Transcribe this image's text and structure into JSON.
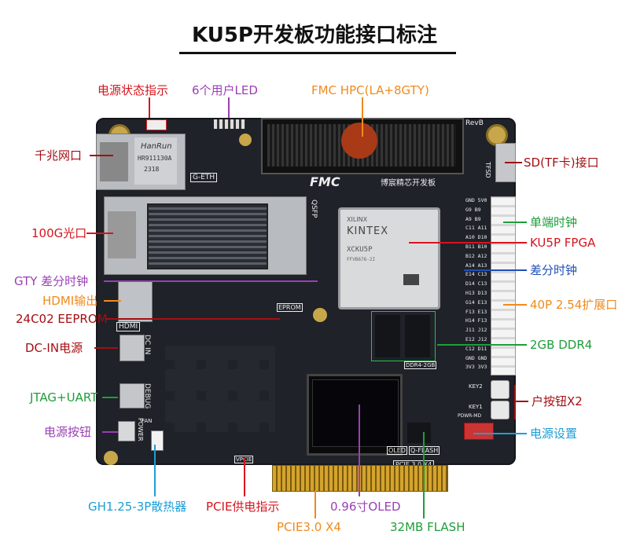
{
  "title": "KU5P开发板功能接口标注",
  "labels": {
    "power_indicator": "电源状态指示",
    "user_led": "6个用户LED",
    "fmc": "FMC HPC(LA+8GTY)",
    "ethernet": "千兆网口",
    "sd": "SD(TF卡)接口",
    "optical": "100G光口",
    "single_clock": "单端时钟",
    "fpga": "KU5P FPGA",
    "gty_clock": "GTY 差分时钟",
    "diff_clock": "差分时钟",
    "hdmi": "HDMI输出",
    "expansion": "40P 2.54扩展口",
    "eeprom": "24C02 EEPROM",
    "dc_in": "DC-IN电源",
    "ddr4": "2GB DDR4",
    "jtag_uart": "JTAG+UART",
    "user_button": "户按钮X2",
    "power_button": "电源按钮",
    "power_setting": "电源设置",
    "heatsink": "GH1.25-3P散热器",
    "pcie_power": "PCIE供电指示",
    "oled": "0.96寸OLED",
    "pcie": "PCIE3.0 X4",
    "flash": "32MB FLASH"
  },
  "board": {
    "fmc_silk": "FMC",
    "revb": "RevB",
    "brand_silk": "博宸精芯开发板",
    "eth_silk": "G-ETH",
    "qsfp_silk": "QSFP",
    "tfsd_silk": "TFSD",
    "hdmi_silk": "HDMI",
    "dcin_silk": "DC IN",
    "debug_silk": "DEBUG",
    "power_silk": "POWER",
    "fan_silk": "FAN",
    "eprom_silk": "EPROM",
    "vpcie_silk": "VPCIE",
    "oled_silk": "OLED",
    "qflash_silk": "Q-FLASH",
    "pcie_silk": "PCIE 3.0 X4",
    "ddr_silk": "DDR4-2GB",
    "key1": "KEY1",
    "key2": "KEY2",
    "pwrmd": "PDWR-MD",
    "rj45_brand": "HanRun",
    "rj45_part": "HR911130A",
    "rj45_code": "2318",
    "fpga_brand": "XILINX",
    "fpga_name": "KINTEX",
    "fpga_part": "XCKU5P",
    "fpga_code": "FFVB676-2I",
    "pins": [
      "GND 5V0",
      "G9 B9",
      "A9 B9",
      "C11 A11",
      "A10 D10",
      "B11 B10",
      "B12 A12",
      "A14 A13",
      "E14 C13",
      "D14 C13",
      "H13 D13",
      "G14 E13",
      "F13 E13",
      "H14 F13",
      "J11 J12",
      "E12 J12",
      "C12 D11",
      "GND GND",
      "3V3 3V3"
    ]
  },
  "colors": {
    "red": "#d7141d",
    "purple": "#9b3fb5",
    "orange": "#f08a1c",
    "dark_red": "#a30f14",
    "green": "#1e9e3a",
    "blue": "#1f4fb8",
    "cyan": "#1b9fd6"
  }
}
